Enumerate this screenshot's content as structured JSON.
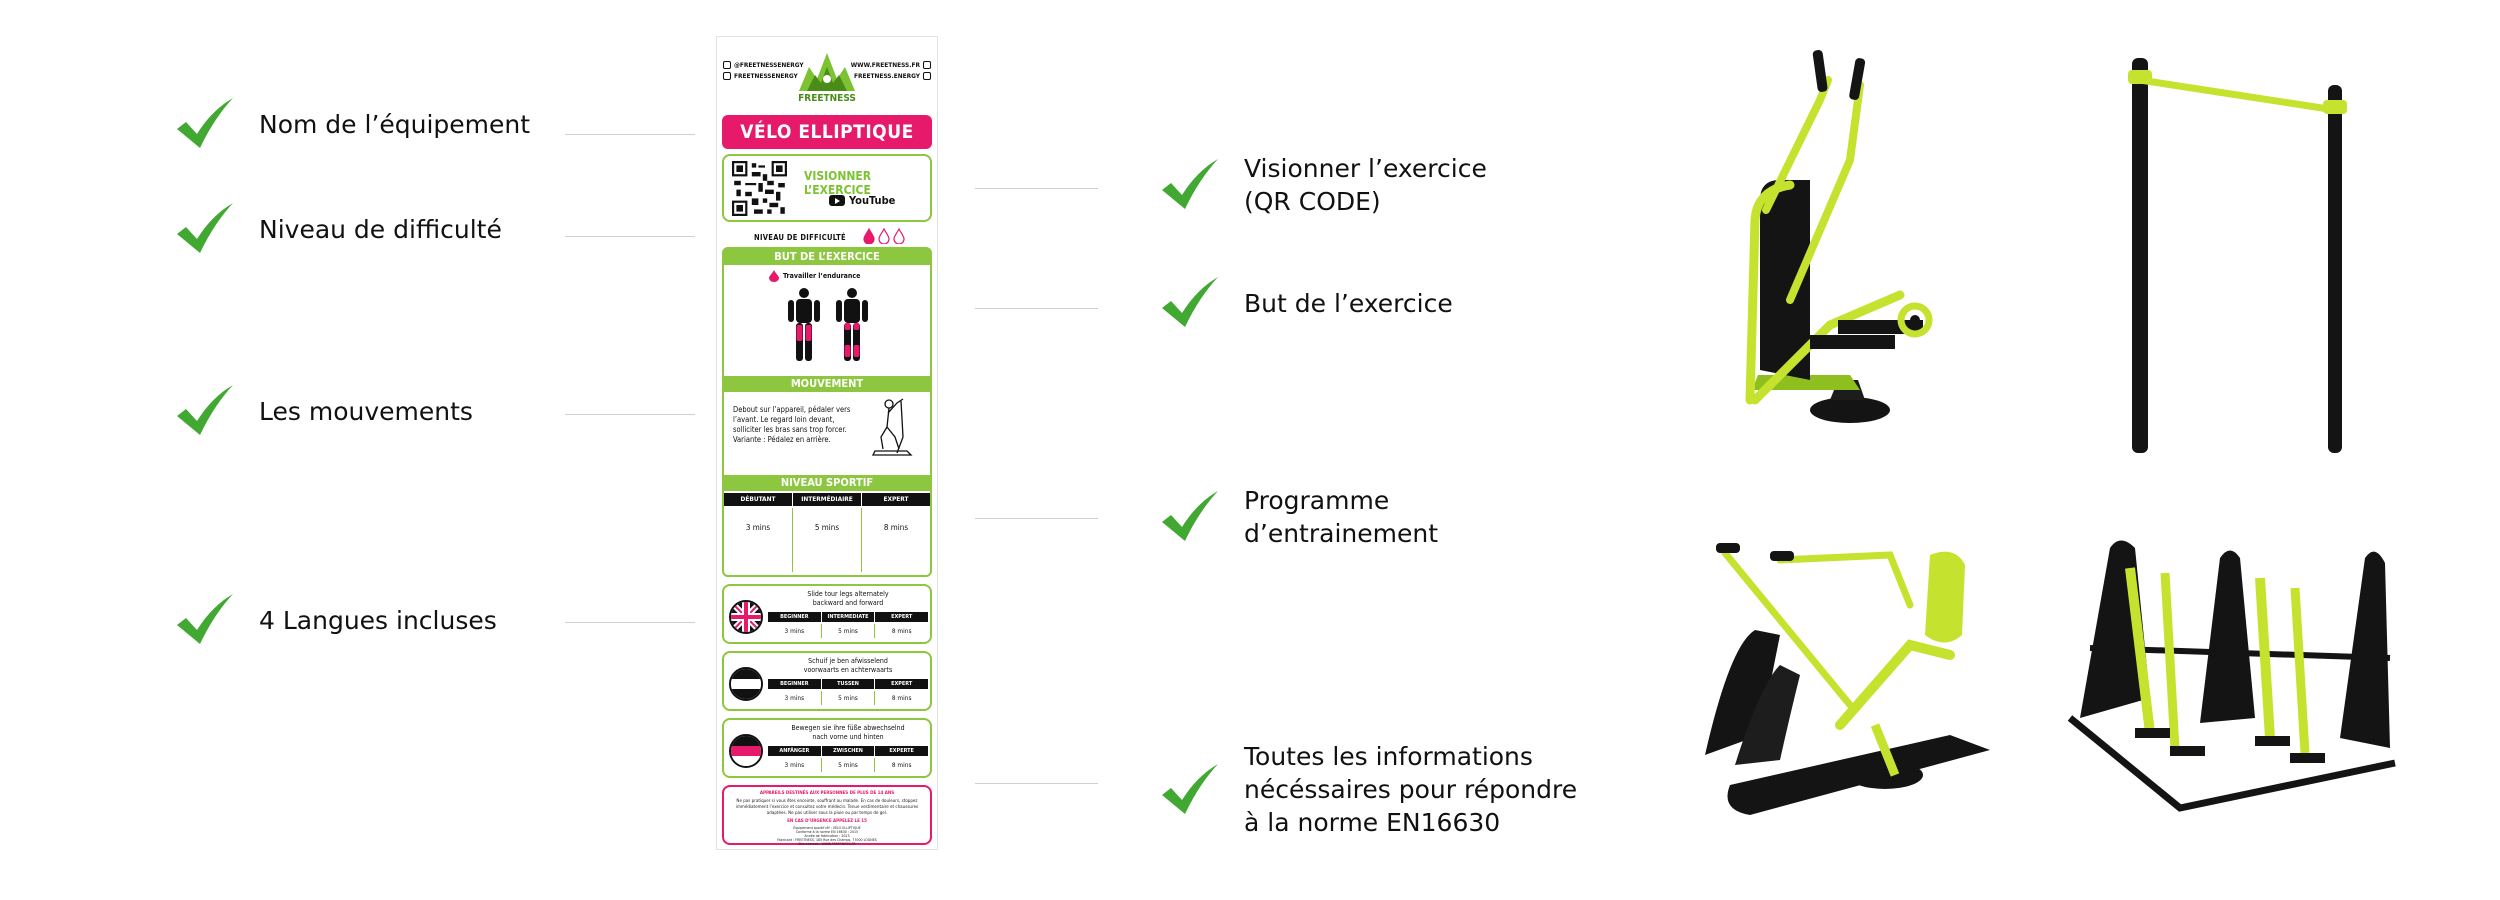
{
  "colors": {
    "accent_green": "#8dc63f",
    "check_green": "#41a832",
    "accent_pink": "#e6196b",
    "equipment_lime": "#c5e32e",
    "equipment_dark": "#141414"
  },
  "features_left": [
    {
      "label": "Nom de l’équipement",
      "icon": "check-icon"
    },
    {
      "label": "Niveau de difficulté",
      "icon": "check-icon"
    },
    {
      "label": "Les mouvements",
      "icon": "check-icon"
    },
    {
      "label": "4 Langues incluses",
      "icon": "check-icon"
    }
  ],
  "features_right": [
    {
      "label": "Visionner l’exercice\n(QR CODE)",
      "icon": "check-icon"
    },
    {
      "label": "But de l’exercice",
      "icon": "check-icon"
    },
    {
      "label": "Programme\nd’entrainement",
      "icon": "check-icon"
    },
    {
      "label": "Toutes les informations\nnécéssaires pour répondre\nà la norme EN16630",
      "icon": "check-icon"
    }
  ],
  "panel": {
    "social_left_1": "@FREETNESSENERGY",
    "social_left_2": "FREETNESSENERGY",
    "social_right_1": "WWW.FREETNESS.FR",
    "social_right_2": "FREETNESS.ENERGY",
    "brand": "FREETNESS",
    "title": "VÉLO ELLIPTIQUE",
    "video_label": "VISIONNER L’EXERCICE",
    "youtube_label": "YouTube",
    "difficulty_label": "NIVEAU DE DIFFICULTÉ",
    "difficulty": {
      "filled": 1,
      "total": 3
    },
    "goal_header": "BUT DE L’EXERCICE",
    "goal_text": "Travailler l’endurance",
    "movement_header": "MOUVEMENT",
    "movement_text": "Debout sur l’appareil, pédaler vers l’avant. Le regard loin devant, solliciter les bras sans trop forcer.\nVariante : Pédalez en arrière.",
    "level_header": "NIVEAU SPORTIF",
    "level_columns": [
      "DÉBUTANT",
      "INTERMÉDIAIRE",
      "EXPERT"
    ],
    "level_values": [
      "3 mins",
      "5 mins",
      "8 mins"
    ],
    "languages": [
      {
        "title": "Slide tour legs alternately\nbackward and forward",
        "columns": [
          "BEGINNER",
          "INTERMEDIATE",
          "EXPERT"
        ],
        "values": [
          "3 mins",
          "5 mins",
          "8 mins"
        ]
      },
      {
        "title": "Schuif je ben afwisselend\nvoorwaarts en achterwaarts",
        "columns": [
          "BEGINNER",
          "TUSSEN",
          "EXPERT"
        ],
        "values": [
          "3 mins",
          "5 mins",
          "8 mins"
        ]
      },
      {
        "title": "Bewegen sie ihre füße abwechselnd\nnach vorne und hinten",
        "columns": [
          "ANFÄNGER",
          "ZWISCHEN",
          "EXPERTE"
        ],
        "values": [
          "3 mins",
          "5 mins",
          "8 mins"
        ]
      }
    ],
    "norm_title": "APPAREILS DESTINÉS AUX PERSONNES DE PLUS DE 14 ANS",
    "norm_body": "Ne pas pratiquer si vous êtes enceinte, souffrant ou malade. En cas de douleurs, stoppez immédiatement l’exercice et consultez votre médecin. Tenue vestimentaire et chaussures adaptées. Ne pas utiliser sous la pluie ou par temps de gel.",
    "norm_emergency": "EN CAS D’URGENCE APPELEZ LE 15",
    "norm_footer": "Équipement sportif réf : VÉLO ELLIPTIQUE\nConforme à la norme EN 16630 : 2015\nAnnée de fabrication : 2023\nFabricant : FREETNESS, 185 Rue des Champs, 77000 LOGNES\nSite internet : WWW.FREETNESS.FR"
  }
}
